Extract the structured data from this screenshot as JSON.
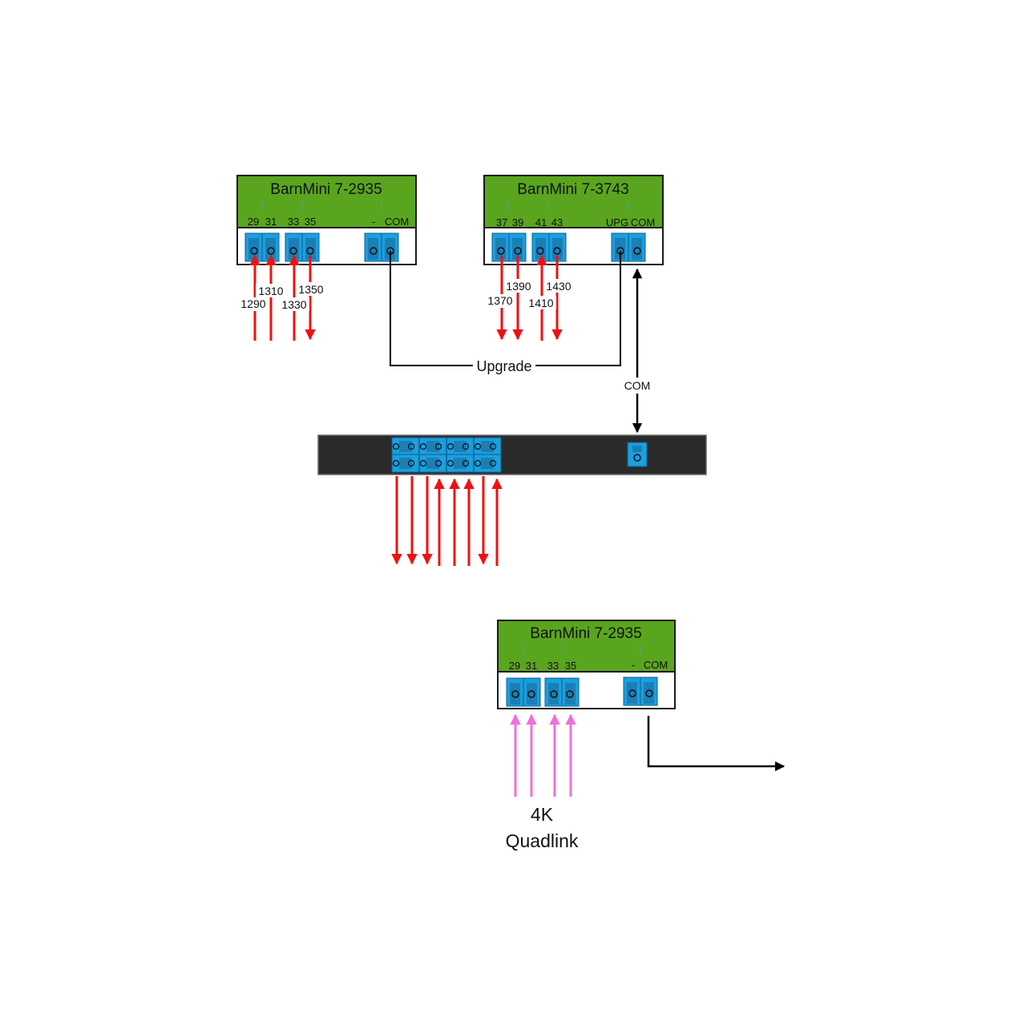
{
  "colors": {
    "module_header": "#5aa51e",
    "module_border": "#1a1a1a",
    "port": "#1a9fe0",
    "port_dark": "#0d5f8a",
    "rack": "#2a2a2a",
    "arrow_red": "#ee1111",
    "arrow_pink": "#f070d8",
    "line_black": "#000000"
  },
  "module_a": {
    "title": "BarnMini 7-2935",
    "ports": [
      "29",
      "31",
      "33",
      "35",
      "-",
      "COM"
    ],
    "wavelengths": [
      "1290",
      "1310",
      "1330",
      "1350"
    ]
  },
  "module_b": {
    "title": "BarnMini 7-3743",
    "ports": [
      "37",
      "39",
      "41",
      "43",
      "UPG",
      "COM"
    ],
    "wavelengths": [
      "1370",
      "1390",
      "1410",
      "1430"
    ]
  },
  "module_c": {
    "title": "BarnMini 7-2935",
    "ports": [
      "29",
      "31",
      "33",
      "35",
      "-",
      "COM"
    ]
  },
  "links": {
    "upgrade": "Upgrade",
    "com": "COM"
  },
  "footer": {
    "line1": "4K",
    "line2": "Quadlink"
  }
}
